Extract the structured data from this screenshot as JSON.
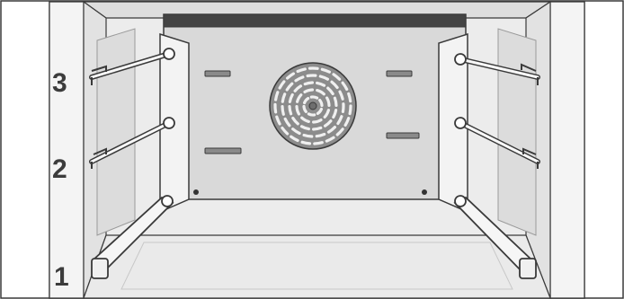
{
  "diagram": {
    "subject": "oven-interior-shelf-positions",
    "levels": [
      "3",
      "2",
      "1"
    ],
    "colors": {
      "line": "#3a3a3a",
      "wall": "#e6e6e6",
      "wall_dark": "#d2d2d2",
      "rail": "#f2f2f2",
      "fan": "#6e6e6e"
    }
  }
}
